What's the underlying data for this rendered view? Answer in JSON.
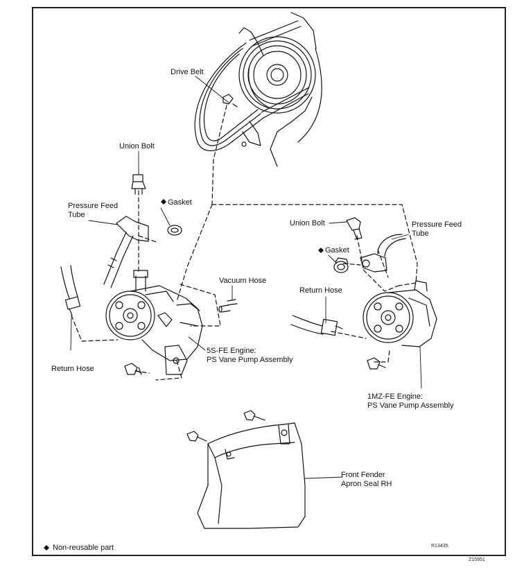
{
  "labels": {
    "drive_belt": "Drive Belt",
    "union_bolt_left": "Union Bolt",
    "gasket_left": "Gasket",
    "pressure_feed_left": "Pressure Feed\nTube",
    "vacuum_hose": "Vacuum Hose",
    "return_hose_left": "Return Hose",
    "engine_5sfe": "5S-FE Engine:\nPS Vane Pump Assembly",
    "union_bolt_right": "Union Bolt",
    "pressure_feed_right": "Pressure Feed\nTube",
    "gasket_right": "Gasket",
    "return_hose_right": "Return Hose",
    "engine_1mzfe": "1MZ-FE Engine:\nPS Vane Pump Assembly",
    "front_fender": "Front Fender\nApron Seal RH",
    "legend": "Non-reusable part",
    "diamond_symbol": "◆",
    "ref_code_1": "R13435",
    "ref_code_2": "Z15951"
  },
  "icons": {
    "diamond": "diamond-icon",
    "pump": "vane-pump-icon",
    "pulley": "crank-pulley-icon",
    "bolt": "bolt-icon"
  },
  "colors": {
    "line": "#111111",
    "background": "#ffffff"
  }
}
